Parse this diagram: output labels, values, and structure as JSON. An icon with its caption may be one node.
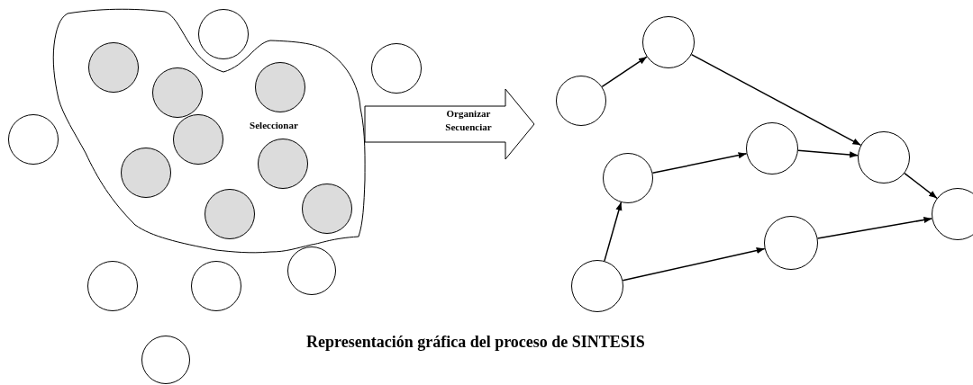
{
  "diagram": {
    "caption": "Representación gráfica del proceso de SINTESIS",
    "nodes": [
      {
        "text": [
          "Seleccionar"
        ]
      },
      {
        "text": [],
        "shape": "circle",
        "in": 0
      },
      {
        "text": [],
        "shape": "circle",
        "in": 0
      },
      {
        "text": [],
        "shape": "circle",
        "in": 0
      },
      {
        "text": [],
        "shape": "circle",
        "in": 0
      },
      {
        "text": [],
        "shape": "circle",
        "in": 0
      },
      {
        "text": [],
        "shape": "circle",
        "in": 0
      },
      {
        "text": [],
        "shape": "circle",
        "in": 0
      },
      {
        "text": [],
        "shape": "circle",
        "in": 0
      },
      {
        "text": [],
        "shape": "circle"
      },
      {
        "text": [],
        "shape": "circle"
      },
      {
        "text": [],
        "shape": "circle"
      },
      {
        "text": [],
        "shape": "circle"
      },
      {
        "text": [],
        "shape": "circle"
      },
      {
        "text": [],
        "shape": "circle"
      },
      {
        "text": [],
        "shape": "circle"
      },
      {
        "text": [],
        "shape": "circle"
      },
      {
        "text": [],
        "shape": "circle"
      },
      {
        "text": [],
        "shape": "circle"
      },
      {
        "text": [],
        "shape": "circle"
      },
      {
        "text": [],
        "shape": "circle"
      },
      {
        "text": [],
        "shape": "circle"
      },
      {
        "text": [],
        "shape": "circle"
      },
      {
        "text": [],
        "shape": "circle"
      }
    ],
    "edges": [
      {
        "from": 0,
        "to": null,
        "arrow": "to",
        "label": "Organizar Secuenciar",
        "style": "thick"
      },
      {
        "from": 16,
        "to": 17,
        "arrow": "to"
      },
      {
        "from": 17,
        "to": 19,
        "arrow": "to"
      },
      {
        "from": 18,
        "to": 19,
        "arrow": "to"
      },
      {
        "from": 19,
        "to": 20,
        "arrow": "to"
      },
      {
        "from": 21,
        "to": 18,
        "arrow": "to"
      },
      {
        "from": 22,
        "to": 21,
        "arrow": "to"
      },
      {
        "from": 22,
        "to": 23,
        "arrow": "to"
      },
      {
        "from": 23,
        "to": 20,
        "arrow": "to"
      }
    ]
  }
}
